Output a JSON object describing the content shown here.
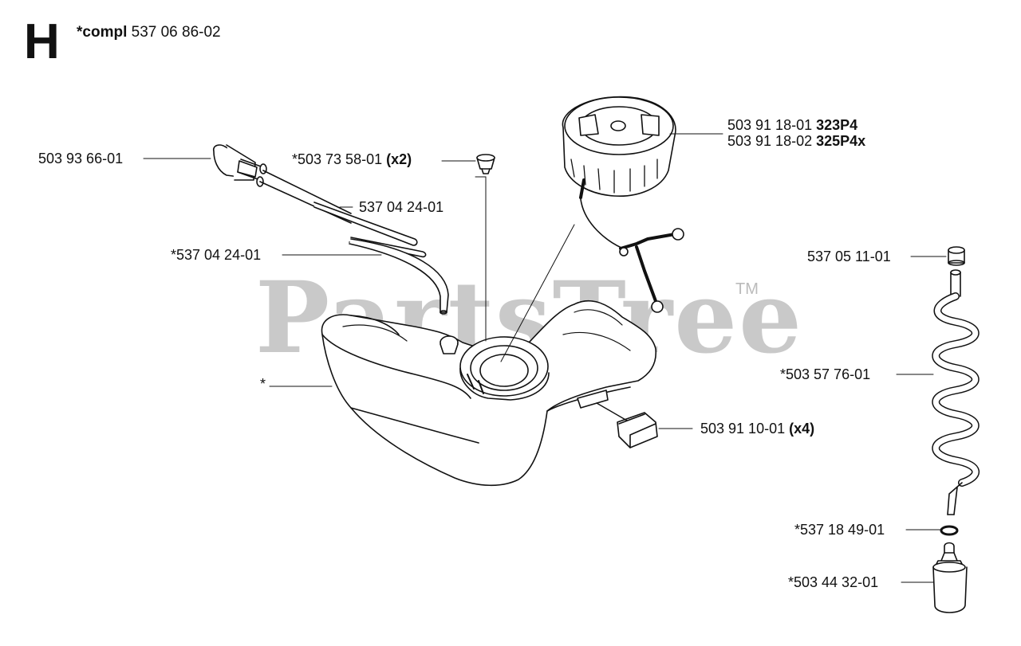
{
  "header": {
    "section_letter": "H",
    "compl_prefix": "*compl",
    "compl_number": "537 06 86-02"
  },
  "watermark": {
    "text": "PartsTree",
    "trademark": "TM"
  },
  "callouts": {
    "primer_bulb": {
      "part": "503 93 66-01"
    },
    "grommet": {
      "part": "*503 73 58-01",
      "qty": "(x2)"
    },
    "fuel_line_upper": {
      "part": "537 04 24-01"
    },
    "fuel_line_lower": {
      "part": "*537 04 24-01"
    },
    "fuel_cap_1": {
      "part": "503 91 18-01",
      "model": "323P4"
    },
    "fuel_cap_2": {
      "part": "503 91 18-02",
      "model": "325P4x"
    },
    "fuel_tank": {
      "part": "*"
    },
    "damper": {
      "part": "503 91 10-01",
      "qty": "(x4)"
    },
    "fitting": {
      "part": "537 05 11-01"
    },
    "coil_hose": {
      "part": "*503 57 76-01"
    },
    "o_ring": {
      "part": "*537 18 49-01"
    },
    "fuel_filter": {
      "part": "*503 44 32-01"
    }
  }
}
